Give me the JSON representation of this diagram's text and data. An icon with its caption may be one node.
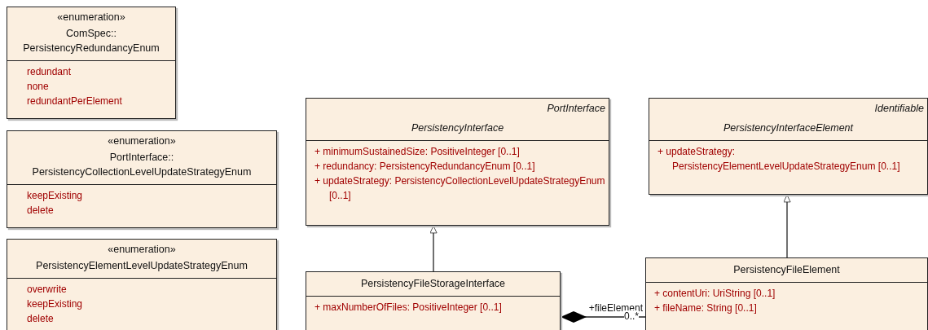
{
  "diagram": {
    "nodes": [
      {
        "text": [
          "«enumeration»",
          "ComSpec:: PersistencyRedundancyEnum",
          "redundant",
          "none",
          "redundantPerElement"
        ]
      },
      {
        "text": [
          "«enumeration»",
          "PortInterface:: PersistencyCollectionLevelUpdateStrategyEnum",
          "keepExisting",
          "delete"
        ]
      },
      {
        "text": [
          "«enumeration»",
          "PersistencyElementLevelUpdateStrategyEnum",
          "overwrite",
          "keepExisting",
          "delete"
        ]
      },
      {
        "text": [
          "PortInterface",
          "PersistencyInterface",
          "+ minimumSustainedSize: PositiveInteger [0..1]",
          "+ redundancy: PersistencyRedundancyEnum [0..1]",
          "+ updateStrategy: PersistencyCollectionLevelUpdateStrategyEnum [0..1]"
        ]
      },
      {
        "text": [
          "Identifiable",
          "PersistencyInterfaceElement",
          "+ updateStrategy: PersistencyElementLevelUpdateStrategyEnum [0..1]"
        ]
      },
      {
        "text": [
          "PersistencyFileStorageInterface",
          "+ maxNumberOfFiles: PositiveInteger [0..1]"
        ]
      },
      {
        "text": [
          "PersistencyFileElement",
          "+ contentUri: UriString [0..1]",
          "+ fileName: String [0..1]"
        ]
      }
    ],
    "edges": [
      {
        "from": 5,
        "to": 3,
        "arrow": "to"
      },
      {
        "from": 6,
        "to": 4,
        "arrow": "to"
      },
      {
        "from": 5,
        "to": 6,
        "arrow": "other",
        "label": "+fileElement"
      }
    ],
    "labels": [
      "0..*"
    ]
  }
}
